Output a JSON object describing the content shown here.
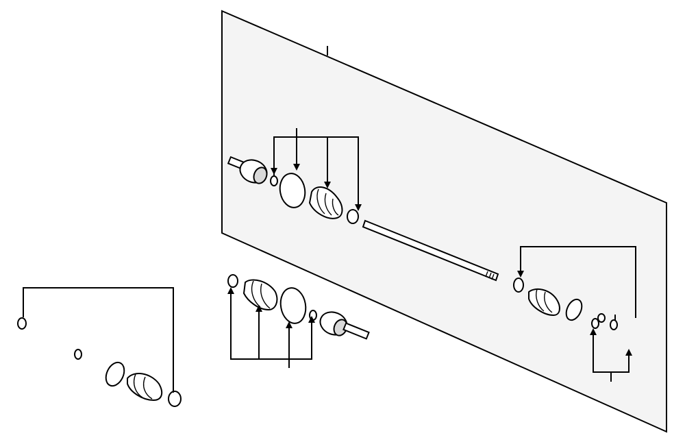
{
  "diagram": {
    "panel_color": "#f4f4f4",
    "line_color": "#000000",
    "part_groups": [
      "upper-axle-assembly",
      "lower-inner-joint-kit",
      "left-boot-kit",
      "right-outer-joint-kit"
    ]
  }
}
